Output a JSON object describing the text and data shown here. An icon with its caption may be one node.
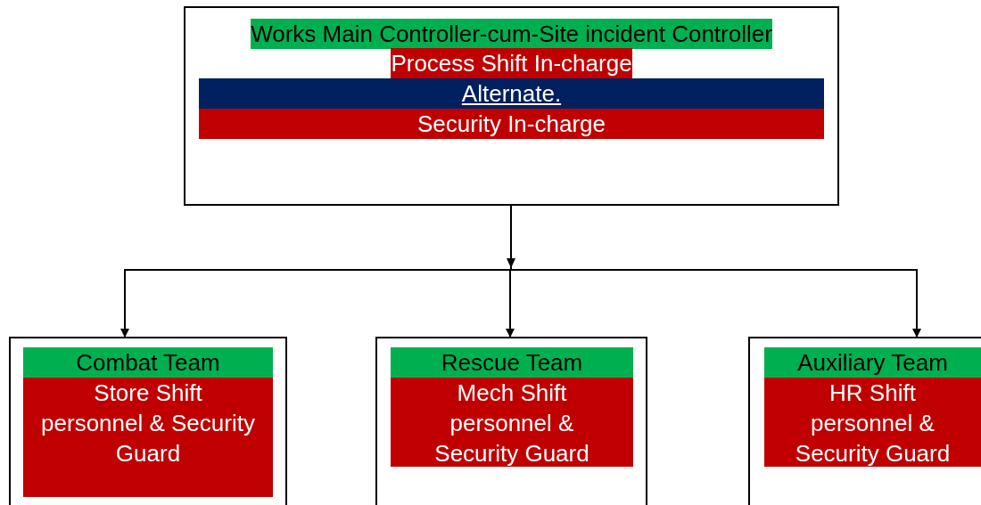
{
  "diagram": {
    "nodes": [
      {
        "text": [
          "Works Main Controller-cum-Site incident Controller",
          "Process Shift In-charge",
          "Alternate.",
          "Security In-charge"
        ]
      },
      {
        "text": [
          "Combat Team",
          "Store Shift personnel & Security Guard"
        ]
      },
      {
        "text": [
          "Rescue Team",
          "Mech Shift personnel & Security Guard"
        ]
      },
      {
        "text": [
          "Auxiliary Team",
          "HR Shift personnel & Security Guard"
        ]
      }
    ],
    "edges": [
      {
        "from": 0,
        "to": 1,
        "arrow": "to"
      },
      {
        "from": 0,
        "to": 2,
        "arrow": "to"
      },
      {
        "from": 0,
        "to": 3,
        "arrow": "to"
      }
    ]
  }
}
